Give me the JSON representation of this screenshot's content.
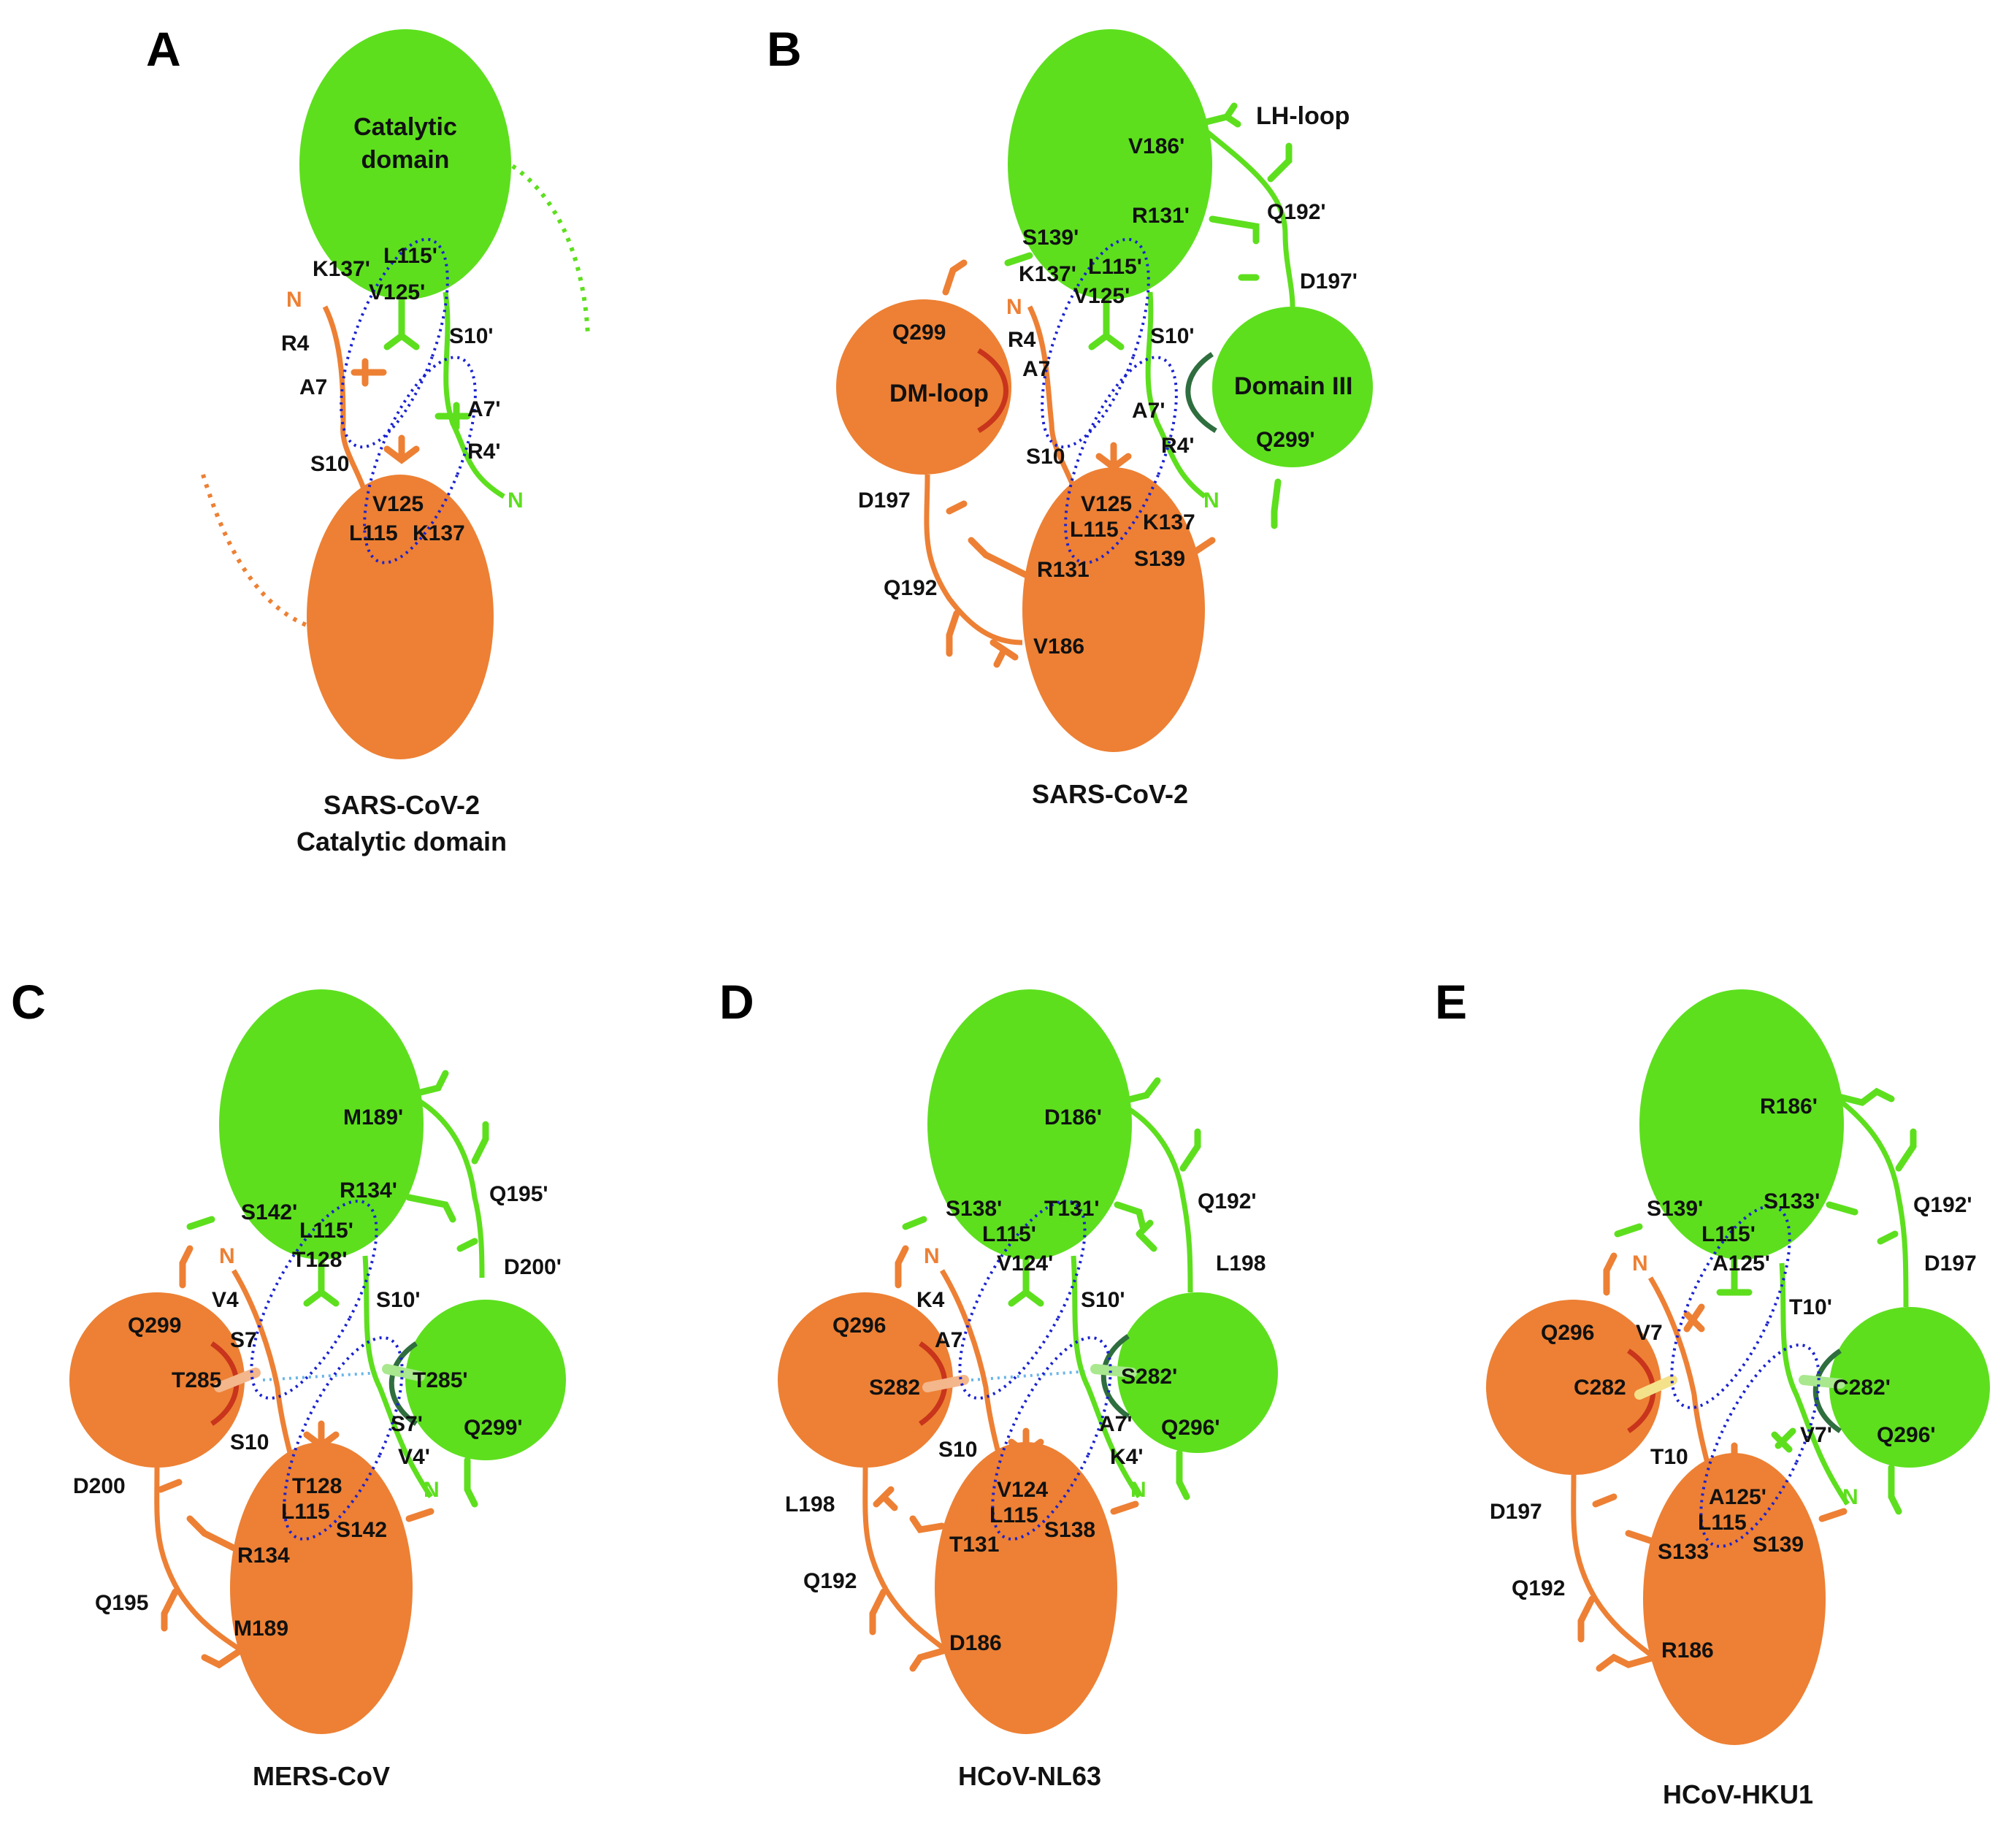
{
  "colors": {
    "green": "#5ddf1e",
    "orange": "#ed8034",
    "dark_green": "#2f6e3e",
    "dark_red": "#c8341c",
    "loop_blue": "#1a22d0",
    "oxygen": "#ee1111",
    "nitrogen": "#2233ee",
    "sulfur": "#f2d21a"
  },
  "panels": [
    {
      "letter": "A",
      "caption": [
        "SARS-CoV-2",
        "Catalytic domain"
      ],
      "domains": [
        "Catalytic",
        "domain"
      ],
      "labels": [
        "K137'",
        "L115'",
        "V125'",
        "N",
        "R4",
        "S10'",
        "A7",
        "A7'",
        "R4'",
        "S10",
        "V125",
        "L115",
        "K137",
        "N"
      ]
    },
    {
      "letter": "B",
      "caption": [
        "SARS-CoV-2"
      ],
      "domains": [
        "LH-loop",
        "DM-loop",
        "Domain III"
      ],
      "labels": [
        "V186'",
        "R131'",
        "Q192'",
        "S139'",
        "D197'",
        "K137'",
        "L115'",
        "V125'",
        "N",
        "Q299",
        "R4",
        "S10'",
        "A7",
        "A7'",
        "Q299'",
        "S10",
        "R4'",
        "N",
        "D197",
        "V125",
        "L115",
        "K137",
        "S139",
        "R131",
        "Q192",
        "V186"
      ]
    },
    {
      "letter": "C",
      "caption": [
        "MERS-CoV"
      ],
      "labels": [
        "M189'",
        "Q195'",
        "R134'",
        "S142'",
        "L115'",
        "D200'",
        "T128'",
        "N",
        "V4",
        "S10'",
        "Q299",
        "S7",
        "T285",
        "T285'",
        "S7'",
        "S10",
        "Q299'",
        "V4'",
        "N",
        "D200",
        "T128",
        "L115",
        "S142",
        "R134",
        "Q195",
        "M189"
      ]
    },
    {
      "letter": "D",
      "caption": [
        "HCoV-NL63"
      ],
      "labels": [
        "D186'",
        "Q192'",
        "S138'",
        "T131'",
        "L115'",
        "L198",
        "V124'",
        "N",
        "K4",
        "S10'",
        "Q296",
        "A7",
        "S282",
        "S282'",
        "S10",
        "A7'",
        "Q296'",
        "K4'",
        "N",
        "L198",
        "V124",
        "L115",
        "S138",
        "T131",
        "Q192",
        "D186"
      ]
    },
    {
      "letter": "E",
      "caption": [
        "HCoV-HKU1"
      ],
      "labels": [
        "R186'",
        "S139'",
        "S133'",
        "Q192'",
        "L115'",
        "A125'",
        "D197",
        "N",
        "T10'",
        "Q296",
        "V7",
        "C282",
        "C282'",
        "V7'",
        "Q296'",
        "T10",
        "N",
        "D197",
        "A125'",
        "L115",
        "S139",
        "S133",
        "Q192",
        "R186"
      ]
    }
  ]
}
